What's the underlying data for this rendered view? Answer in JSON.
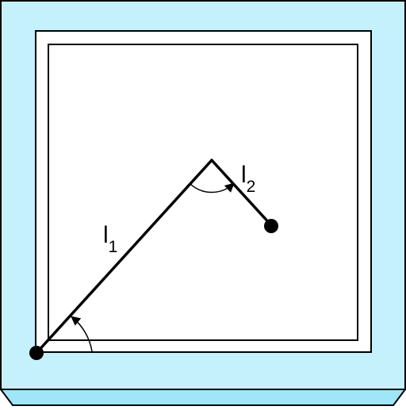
{
  "colors": {
    "frame_fill": "#c4f1fb",
    "frame_bottom_fill": "#9ee6f8",
    "workspace_fill": "#ffffff",
    "stroke": "#000000"
  },
  "labels": {
    "link1": {
      "base": "l",
      "subscript": "1"
    },
    "link2": {
      "base": "l",
      "subscript": "2"
    }
  }
}
